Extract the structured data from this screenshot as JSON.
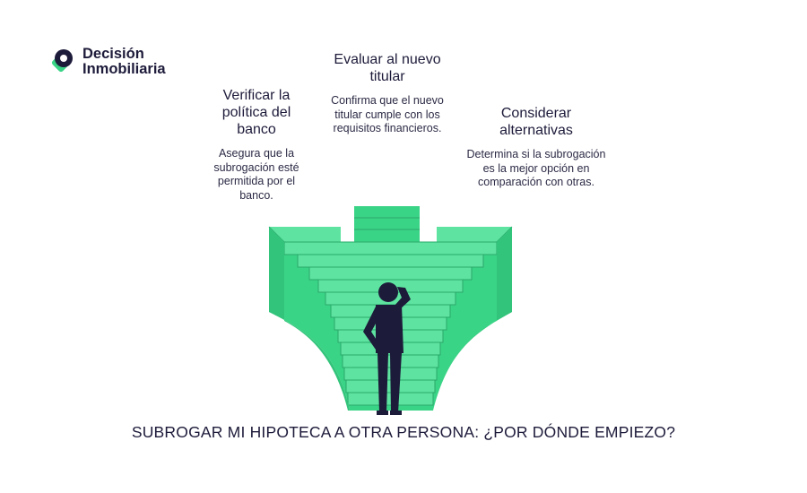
{
  "brand": {
    "name_line1": "Decisión",
    "name_line2": "Inmobiliaria",
    "accent_color": "#3ad486",
    "dark_color": "#1d1b3a",
    "icon": "brand-pin-icon"
  },
  "steps": [
    {
      "title": "Verificar la política del banco",
      "description": "Asegura que la subrogación esté permitida por el banco."
    },
    {
      "title": "Evaluar al nuevo titular",
      "description": "Confirma que el nuevo titular cumple con los requisitos financieros."
    },
    {
      "title": "Considerar alternativas",
      "description": "Determina si la subrogación es la mejor opción en comparación con otras."
    }
  ],
  "headline": "SUBROGAR MI HIPOTECA A OTRA PERSONA: ¿POR DÓNDE EMPIEZO?"
}
